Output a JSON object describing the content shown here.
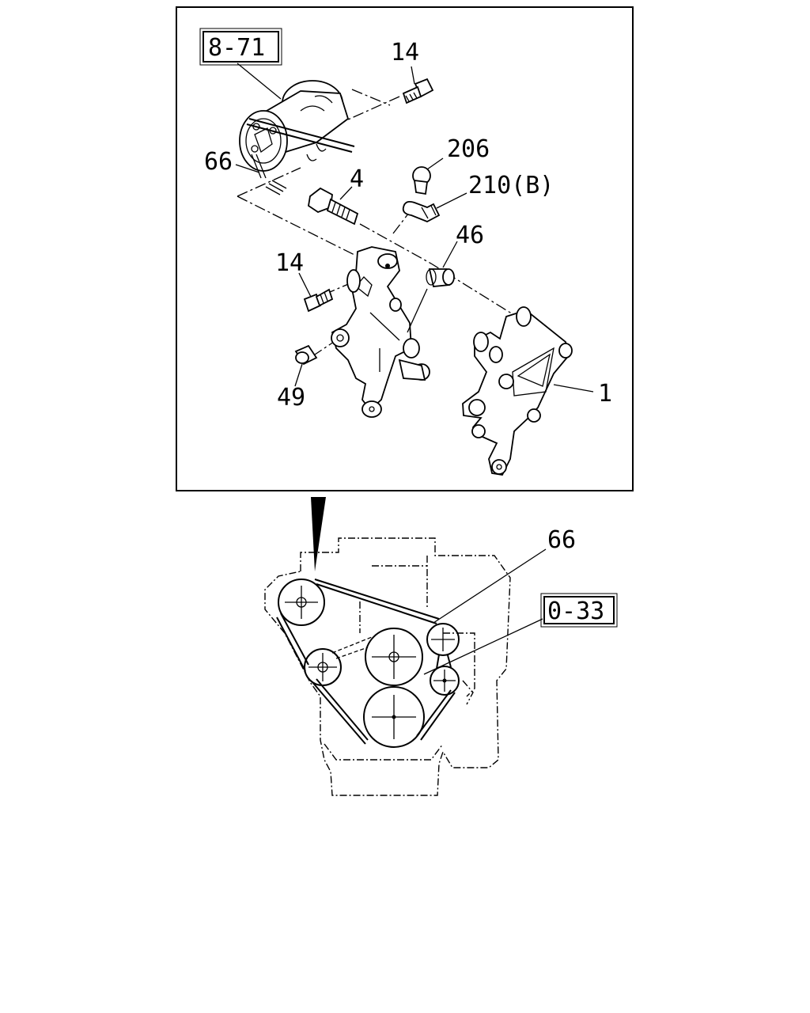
{
  "detail_view": {
    "ref_box_top": "8-71",
    "callouts": {
      "bolt_top": "14",
      "belt": "66",
      "bolt_long": "4",
      "plug": "206",
      "clip": "210(B)",
      "bushing": "46",
      "bolt_side": "14",
      "collar": "49",
      "bracket": "1"
    }
  },
  "engine_view": {
    "belt": "66",
    "ref_box": "0-33"
  }
}
